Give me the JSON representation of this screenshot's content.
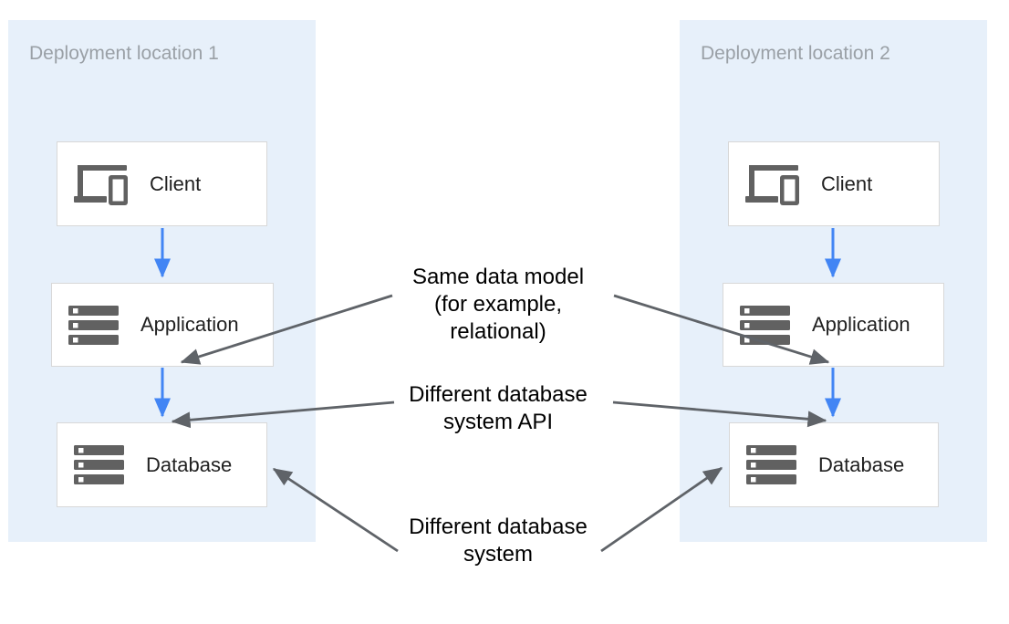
{
  "panels": [
    {
      "title": "Deployment location 1",
      "nodes": [
        {
          "label": "Client",
          "icon": "devices-icon"
        },
        {
          "label": "Application",
          "icon": "server-stack-icon"
        },
        {
          "label": "Database",
          "icon": "server-stack-icon"
        }
      ]
    },
    {
      "title": "Deployment location 2",
      "nodes": [
        {
          "label": "Client",
          "icon": "devices-icon"
        },
        {
          "label": "Application",
          "icon": "server-stack-icon"
        },
        {
          "label": "Database",
          "icon": "server-stack-icon"
        }
      ]
    }
  ],
  "annotations": [
    {
      "lines": [
        "Same data model",
        "(for example,",
        "relational)"
      ]
    },
    {
      "lines": [
        "Different database",
        "system API"
      ]
    },
    {
      "lines": [
        "Different database",
        "system"
      ]
    }
  ],
  "colors": {
    "panel_background": "#E7F0FA",
    "node_border": "#D8D8D8",
    "icon_gray": "#616161",
    "flow_arrow_blue": "#4285F4",
    "annotation_arrow_gray": "#5F6368",
    "panel_title_gray": "#9AA0A6",
    "node_label_text": "#212121",
    "annotation_text": "#000000"
  }
}
